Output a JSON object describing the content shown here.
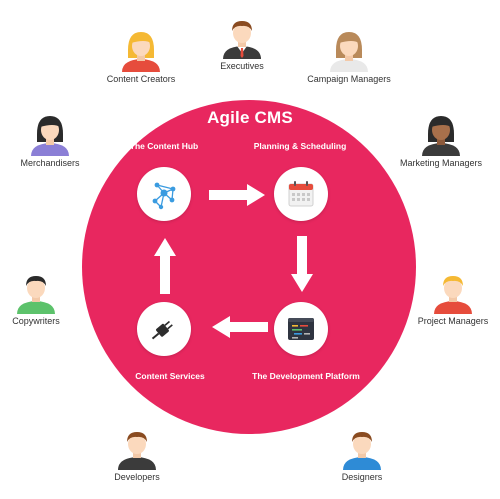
{
  "title": "Agile CMS",
  "colors": {
    "circle": "#e8275f",
    "node": "#ffffff",
    "arrow": "#ffffff"
  },
  "stages": {
    "content_hub": {
      "label": "The Content Hub",
      "icon": "network-hub-icon"
    },
    "planning": {
      "label": "Planning & Scheduling",
      "icon": "calendar-icon"
    },
    "development": {
      "label": "The Development Platform",
      "icon": "code-editor-icon"
    },
    "services": {
      "label": "Content Services",
      "icon": "plug-icon"
    }
  },
  "personas": {
    "content_creators": {
      "label": "Content Creators",
      "icon": "woman-avatar-icon",
      "shirt": "#e64c3c",
      "hair": "#f5b934"
    },
    "executives": {
      "label": "Executives",
      "icon": "man-suit-avatar-icon",
      "shirt": "#3b3b3b",
      "hair": "#8a4b20"
    },
    "campaign_managers": {
      "label": "Campaign Managers",
      "icon": "woman-avatar-icon",
      "shirt": "#ffffff",
      "hair": "#b98a5a"
    },
    "merchandisers": {
      "label": "Merchandisers",
      "icon": "woman-avatar-icon",
      "shirt": "#8b7fd6",
      "hair": "#2b2b2b"
    },
    "marketing_managers": {
      "label": "Marketing Managers",
      "icon": "woman-avatar-icon",
      "shirt": "#3b3b3b",
      "hair": "#2b2b2b"
    },
    "copywriters": {
      "label": "Copywriters",
      "icon": "man-avatar-icon",
      "shirt": "#5cc26b",
      "hair": "#2b2b2b"
    },
    "project_managers": {
      "label": "Project Managers",
      "icon": "man-avatar-icon",
      "shirt": "#e64c3c",
      "hair": "#f5b934"
    },
    "developers": {
      "label": "Developers",
      "icon": "man-avatar-icon",
      "shirt": "#3b3b3b",
      "hair": "#8a4b20"
    },
    "designers": {
      "label": "Designers",
      "icon": "man-avatar-icon",
      "shirt": "#2e8bd6",
      "hair": "#8a4b20"
    }
  }
}
